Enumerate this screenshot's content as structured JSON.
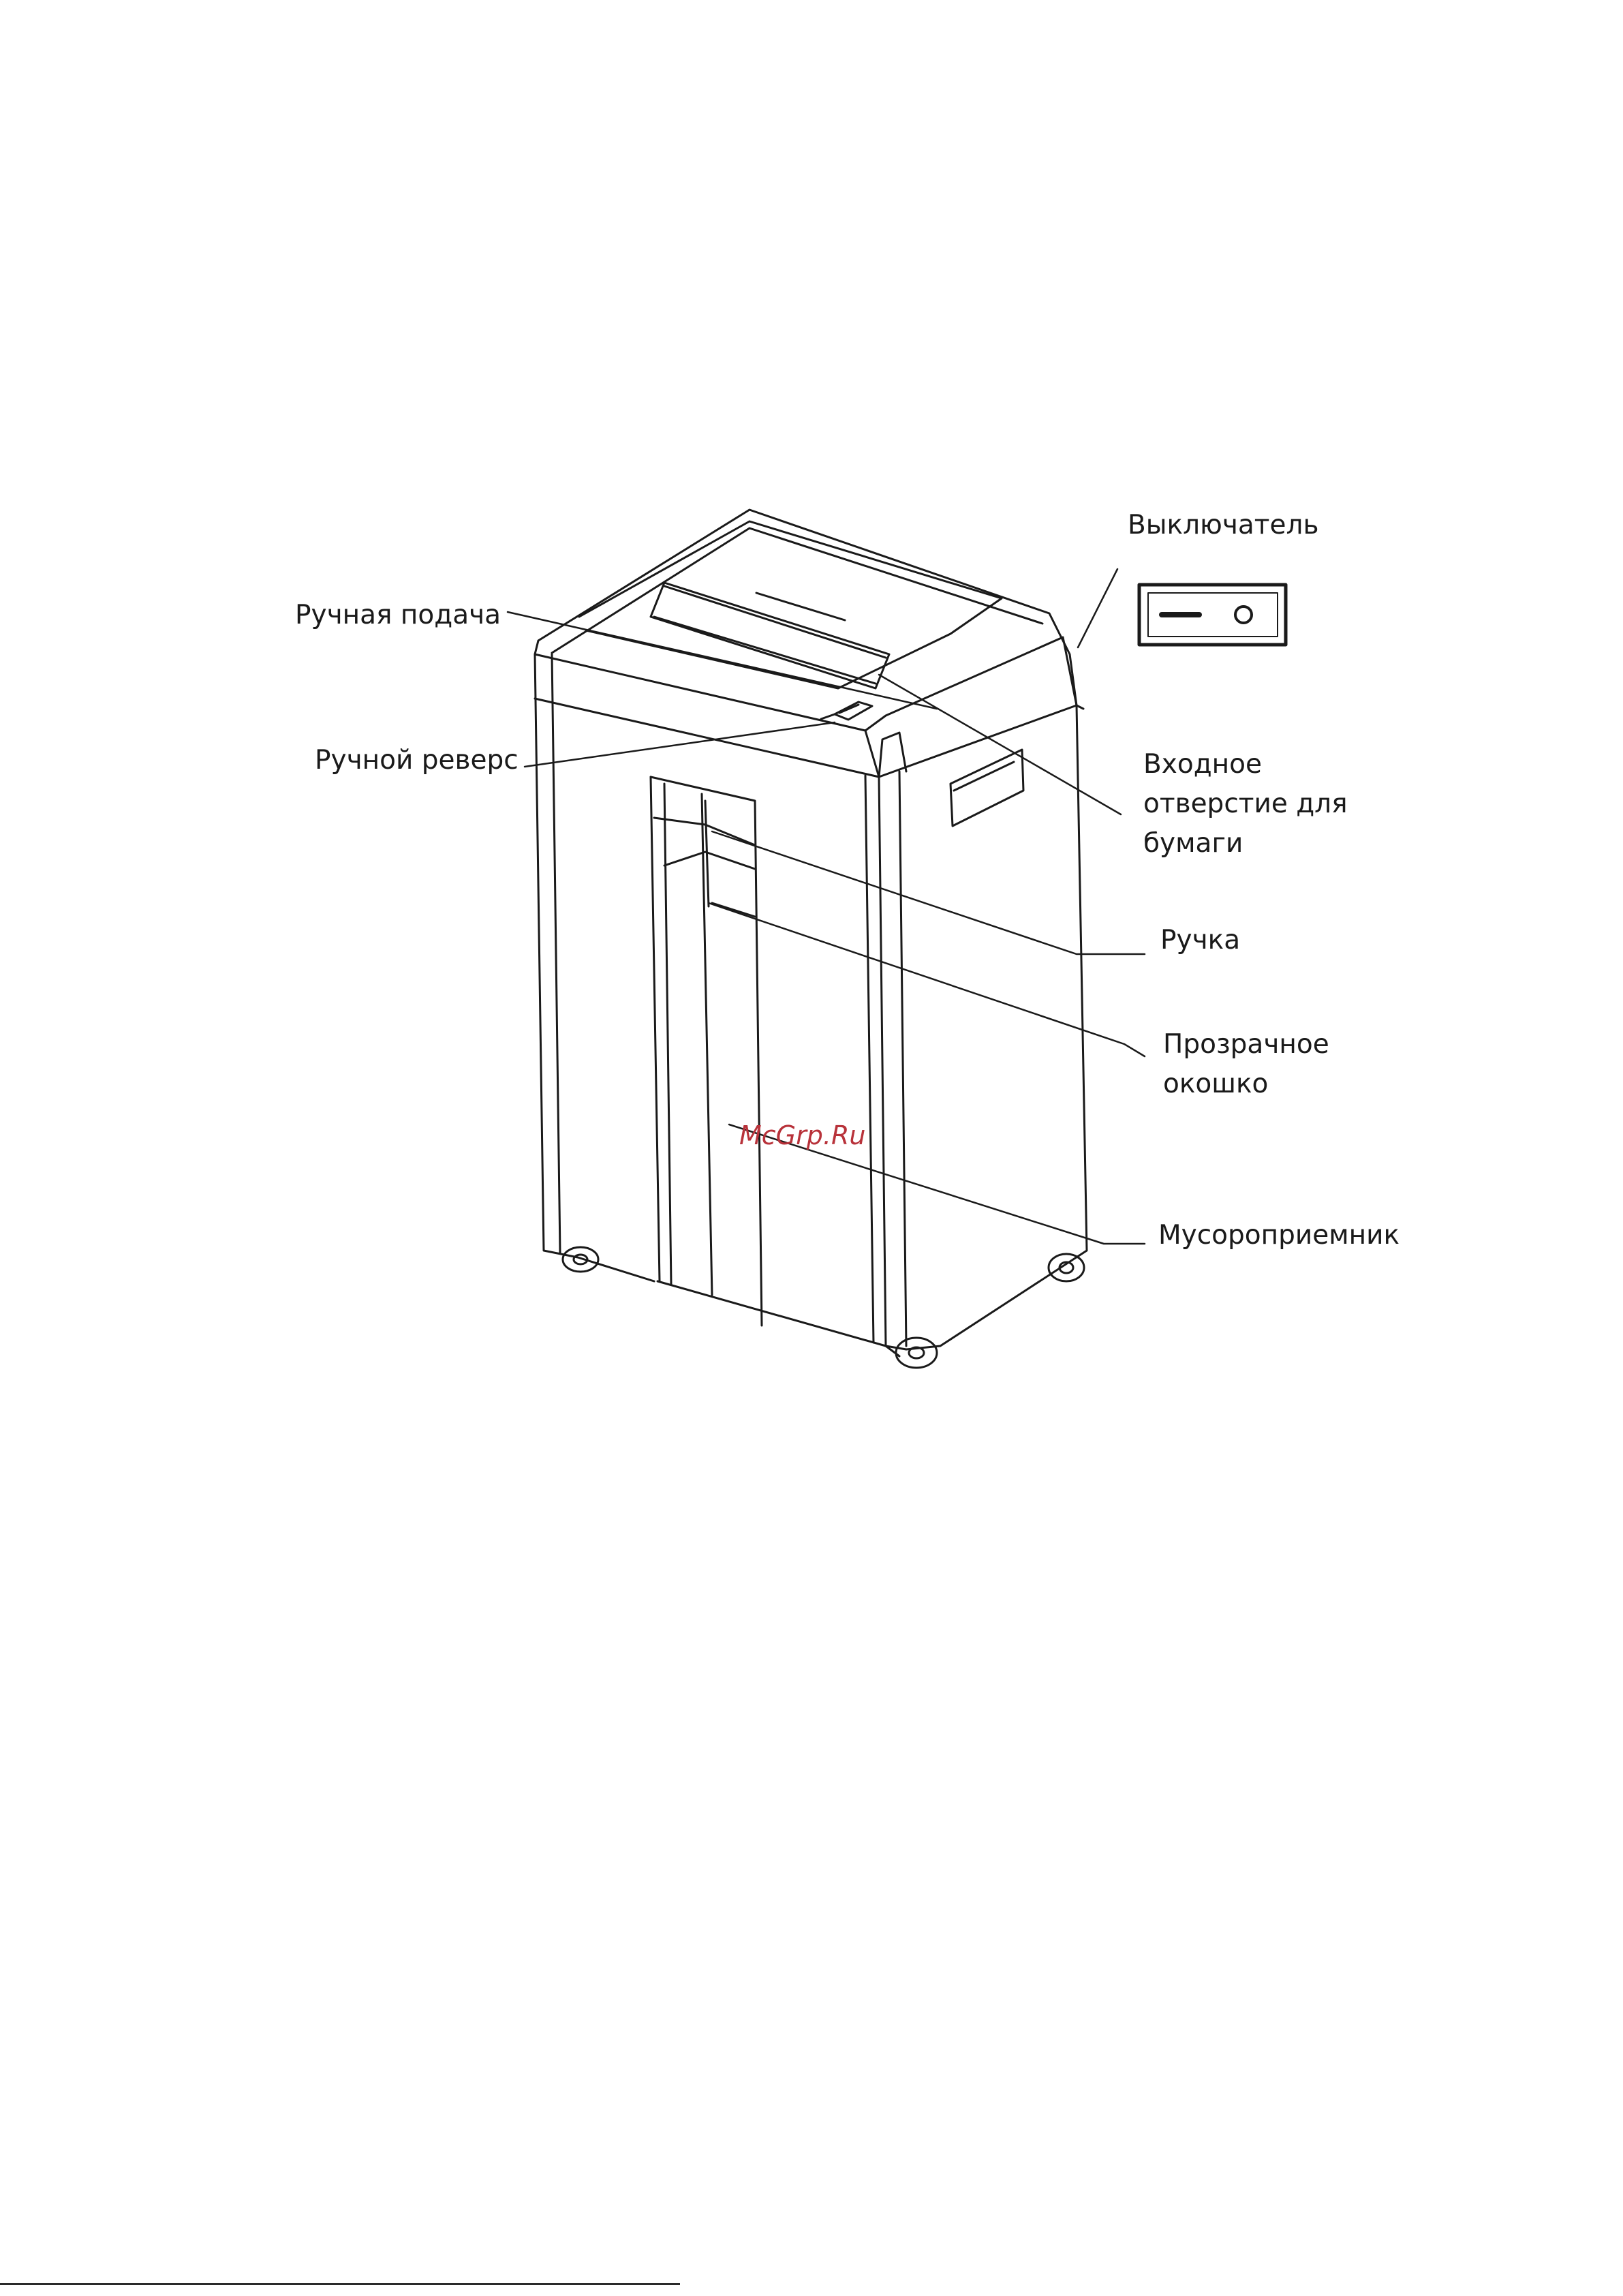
{
  "callouts": {
    "manual_feed": "Ручная подача",
    "manual_reverse": "Ручной реверс",
    "power_switch": "Выключатель",
    "paper_inlet": {
      "line1": "Входное",
      "line2": "отверстие для",
      "line3": "бумаги"
    },
    "handle": "Ручка",
    "window": {
      "line1": "Прозрачное",
      "line2": "окошко"
    },
    "waste_bin": "Мусороприемник"
  },
  "watermark": {
    "text": "McGrp.Ru",
    "color": "#b8323a"
  },
  "colors": {
    "ink": "#1a1a1a",
    "background": "#ffffff"
  }
}
